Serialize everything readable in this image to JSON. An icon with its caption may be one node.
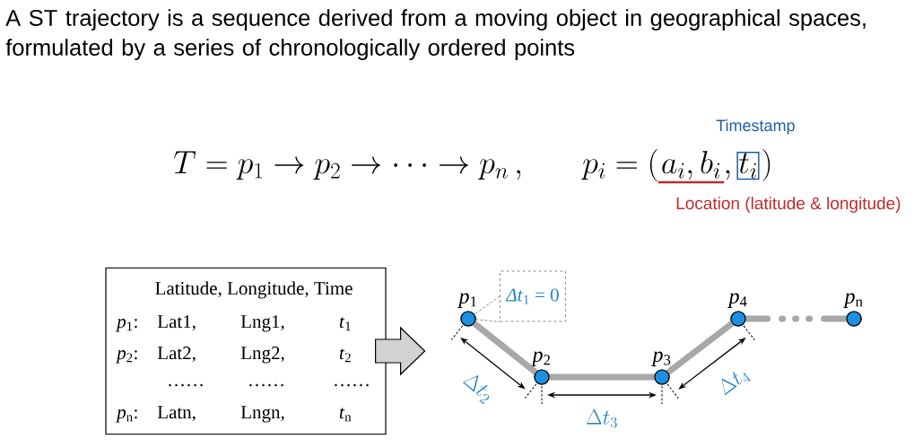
{
  "diagram": {
    "title": "A ST trajectory is a sequence derived from a moving object in geographical spaces, formulated by a series of chronologically ordered points",
    "nodes": [
      {
        "text": [
          "Latitude, Longitude, Time",
          "*p*$_{1}$:",
          "Lat1,",
          "Lng1,",
          "*t*$_{1}$",
          "*p*$_{2}$:",
          "Lat2,",
          "Lng2,",
          "*t*$_{2}$",
          "……",
          "……",
          "……",
          "*p*$_{n}$:",
          "Latn,",
          "Lngn,",
          "*t*$_{n}$"
        ]
      },
      {
        "text": [
          "*p*$_{1}$"
        ]
      },
      {
        "text": [
          "*p*$_{2}$"
        ]
      },
      {
        "text": [
          "*p*$_{3}$"
        ]
      },
      {
        "text": [
          "*p*$_{4}$"
        ]
      },
      {
        "text": [
          "*p*$_{n}$"
        ]
      },
      {
        "text": [
          "*Δt*$_{1}$ = 0"
        ]
      }
    ],
    "edges": [
      {
        "from": 0,
        "to": null,
        "arrow": "to"
      },
      {
        "from": 1,
        "to": 2,
        "arrow": "none"
      },
      {
        "from": 2,
        "to": 3,
        "arrow": "none"
      },
      {
        "from": 3,
        "to": 4,
        "arrow": "none"
      },
      {
        "from": 4,
        "to": 5,
        "arrow": "none",
        "style": "dashed"
      },
      {
        "from": 6,
        "to": 1,
        "arrow": "none",
        "style": "dashed",
        "color": "#808080"
      }
    ],
    "labels": [
      "T = p_1 \\rightarrow p_2 \\rightarrow \\cdots \\rightarrow p_n \\, ,",
      "p_i = (",
      "a_i, b_i",
      ",",
      "t_i",
      ")",
      "Timestamp",
      "Location (latitude & longitude)",
      "\\Delta t_2",
      "\\Delta t_4",
      "\\Delta t_3"
    ]
  }
}
